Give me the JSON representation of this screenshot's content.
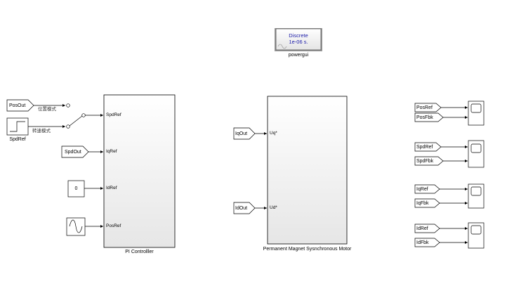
{
  "powergui": {
    "line1": "Discrete",
    "line2": "1e-06 s.",
    "caption": "powergui"
  },
  "inputs": {
    "pos_from": "PosOut",
    "spd_from": "SpdOut",
    "step_caption": "SpdRef",
    "constant_value": "0",
    "switch_pos_label": "位置模式",
    "switch_spd_label": "转速模式"
  },
  "pi_controller": {
    "caption": "PI Controlller",
    "ports": [
      "SpdRef",
      "IqRef",
      "IdRef",
      "PosRef"
    ]
  },
  "motor": {
    "caption": "Permanent Magnet Sysnchronous Motor",
    "ports": [
      "Uq*",
      "Ud*"
    ],
    "iq_from": "IqOut",
    "id_from": "IdOut"
  },
  "scopes": [
    {
      "ref": "PosRef",
      "fbk": "PosFbk"
    },
    {
      "ref": "SpdRef",
      "fbk": "SpdFbk"
    },
    {
      "ref": "IqRef",
      "fbk": "IqFbk"
    },
    {
      "ref": "IdRef",
      "fbk": "IdFbk"
    }
  ]
}
